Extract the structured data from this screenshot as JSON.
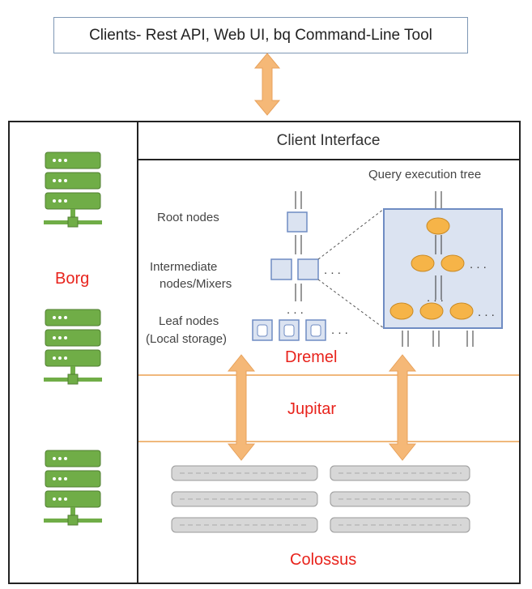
{
  "clients_box": {
    "text": "Clients- Rest API, Web UI, bq Command-Line Tool"
  },
  "client_interface": {
    "text": "Client Interface"
  },
  "borg": {
    "label": "Borg"
  },
  "dremel": {
    "label": "Dremel",
    "root_nodes": "Root nodes",
    "intermediate_nodes_line1": "Intermediate",
    "intermediate_nodes_line2": "nodes/Mixers",
    "leaf_nodes_line1": "Leaf nodes",
    "leaf_nodes_line2": "(Local storage)",
    "query_tree_label": "Query execution  tree",
    "ellipsis": ". . ."
  },
  "jupitar": {
    "label": "Jupitar"
  },
  "colossus": {
    "label": "Colossus"
  },
  "colors": {
    "server_green": "#70ad47",
    "server_green_dark": "#507e32",
    "arrow_orange": "#f5b877",
    "node_fill": "#dbe3f1",
    "node_stroke": "#6f8cc3",
    "oval_fill": "#f6b448",
    "label_red": "#e8231c"
  }
}
